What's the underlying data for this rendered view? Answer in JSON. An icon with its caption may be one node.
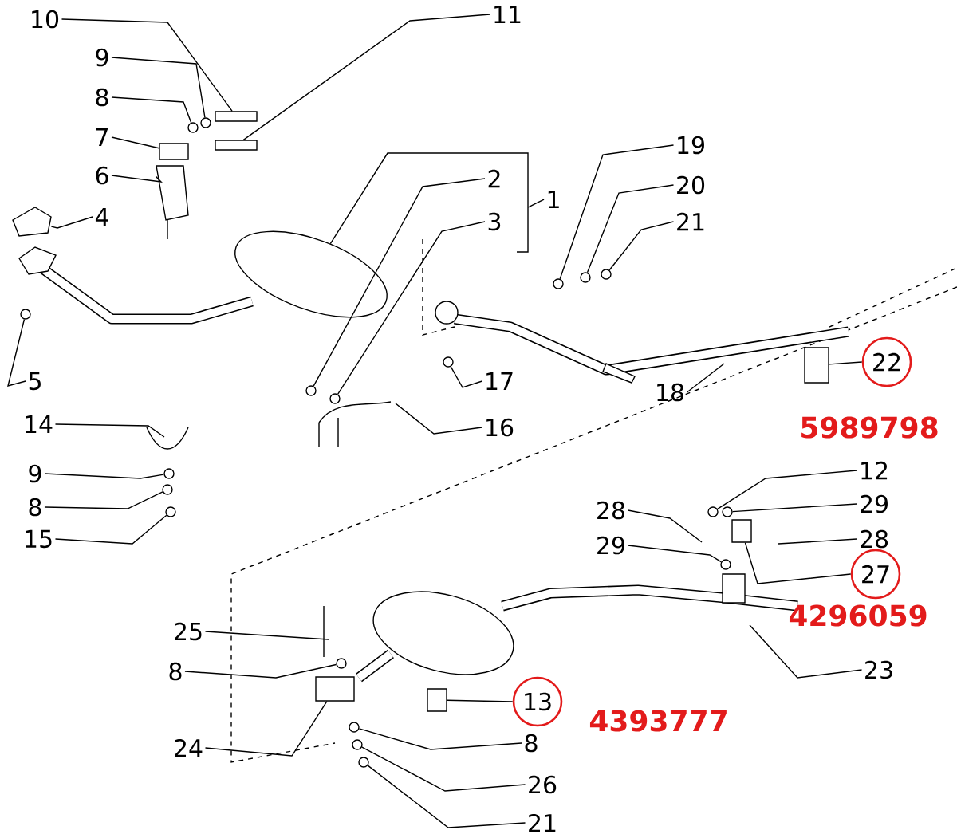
{
  "diagram": {
    "nodes": [
      {
        "text": [
          "10"
        ]
      },
      {
        "text": [
          "11"
        ]
      },
      {
        "text": [
          "9"
        ]
      },
      {
        "text": [
          "8"
        ]
      },
      {
        "text": [
          "7"
        ]
      },
      {
        "text": [
          "6"
        ]
      },
      {
        "text": [
          "4"
        ]
      },
      {
        "text": [
          "5"
        ]
      },
      {
        "text": [
          "1"
        ]
      },
      {
        "text": [
          "2"
        ]
      },
      {
        "text": [
          "3"
        ]
      },
      {
        "text": [
          "19"
        ]
      },
      {
        "text": [
          "20"
        ]
      },
      {
        "text": [
          "21"
        ]
      },
      {
        "text": [
          "17"
        ]
      },
      {
        "text": [
          "16"
        ]
      },
      {
        "text": [
          "18"
        ]
      },
      {
        "text": [
          "22"
        ],
        "beside": [
          "5989798"
        ]
      },
      {
        "text": [
          "14"
        ]
      },
      {
        "text": [
          "9"
        ]
      },
      {
        "text": [
          "8"
        ]
      },
      {
        "text": [
          "15"
        ]
      },
      {
        "text": [
          "12"
        ]
      },
      {
        "text": [
          "29"
        ]
      },
      {
        "text": [
          "28"
        ]
      },
      {
        "text": [
          "27"
        ],
        "beside": [
          "4296059"
        ]
      },
      {
        "text": [
          "28"
        ]
      },
      {
        "text": [
          "29"
        ]
      },
      {
        "text": [
          "23"
        ]
      },
      {
        "text": [
          "25"
        ]
      },
      {
        "text": [
          "8"
        ]
      },
      {
        "text": [
          "13"
        ],
        "beside": [
          "4393777"
        ]
      },
      {
        "text": [
          "24"
        ]
      },
      {
        "text": [
          "8"
        ]
      },
      {
        "text": [
          "26"
        ]
      },
      {
        "text": [
          "21"
        ]
      },
      {
        "text": [],
        "shape": "box"
      },
      {
        "text": [],
        "shape": "circle"
      },
      {
        "text": [],
        "shape": "circle"
      },
      {
        "text": [],
        "shape": "circle"
      },
      {
        "text": [],
        "shape": "circle"
      },
      {
        "text": [],
        "shape": "circle"
      },
      {
        "text": [],
        "shape": "circle"
      },
      {
        "text": [],
        "shape": "circle"
      },
      {
        "text": [],
        "shape": "circle"
      },
      {
        "text": [],
        "shape": "circle"
      },
      {
        "text": [],
        "shape": "circle"
      },
      {
        "text": [],
        "shape": "circle"
      },
      {
        "text": [],
        "shape": "circle"
      },
      {
        "text": [],
        "shape": "circle"
      },
      {
        "text": [],
        "shape": "circle"
      },
      {
        "text": [],
        "shape": "circle"
      },
      {
        "text": [],
        "shape": "circle"
      },
      {
        "text": [],
        "shape": "circle"
      },
      {
        "text": [],
        "shape": "circle"
      },
      {
        "text": [],
        "shape": "circle"
      },
      {
        "text": [],
        "shape": "box"
      },
      {
        "text": [],
        "shape": "box"
      },
      {
        "text": [],
        "shape": "box"
      },
      {
        "text": [],
        "shape": "box"
      },
      {
        "text": [],
        "shape": "box"
      },
      {
        "text": [],
        "shape": "picture"
      },
      {
        "text": [],
        "shape": "picture"
      },
      {
        "text": [],
        "shape": "picture"
      },
      {
        "text": [],
        "shape": "box"
      }
    ],
    "edges": [
      {
        "from": 0,
        "to": 36,
        "arrow": "none"
      },
      {
        "from": 1,
        "to": 60,
        "arrow": "none"
      },
      {
        "from": 2,
        "to": 37,
        "arrow": "none"
      },
      {
        "from": 3,
        "to": 38,
        "arrow": "none"
      },
      {
        "from": 4,
        "to": 56,
        "arrow": "none"
      },
      {
        "from": 5,
        "to": 62,
        "arrow": "none"
      },
      {
        "from": 6,
        "to": 61,
        "arrow": "none"
      },
      {
        "from": 7,
        "to": 39,
        "arrow": "none"
      },
      {
        "from": 8,
        "to": 63,
        "arrow": "none"
      },
      {
        "from": 9,
        "to": 40,
        "arrow": "none"
      },
      {
        "from": 10,
        "to": 41,
        "arrow": "none"
      },
      {
        "from": 11,
        "to": 42,
        "arrow": "none"
      },
      {
        "from": 12,
        "to": 43,
        "arrow": "none"
      },
      {
        "from": 13,
        "to": 44,
        "arrow": "none"
      },
      {
        "from": 14,
        "to": 45,
        "arrow": "none"
      },
      {
        "from": 15,
        "to": null,
        "arrow": "none"
      },
      {
        "from": 16,
        "to": null,
        "arrow": "none"
      },
      {
        "from": 17,
        "to": 57,
        "arrow": "none"
      },
      {
        "from": 18,
        "to": null,
        "arrow": "none"
      },
      {
        "from": 19,
        "to": 46,
        "arrow": "none"
      },
      {
        "from": 20,
        "to": 47,
        "arrow": "none"
      },
      {
        "from": 21,
        "to": 48,
        "arrow": "none"
      },
      {
        "from": 22,
        "to": 49,
        "arrow": "none"
      },
      {
        "from": 23,
        "to": 50,
        "arrow": "none"
      },
      {
        "from": 24,
        "to": null,
        "arrow": "none"
      },
      {
        "from": 25,
        "to": 58,
        "arrow": "none"
      },
      {
        "from": 26,
        "to": null,
        "arrow": "none"
      },
      {
        "from": 27,
        "to": 51,
        "arrow": "none"
      },
      {
        "from": 28,
        "to": null,
        "arrow": "none"
      },
      {
        "from": 29,
        "to": null,
        "arrow": "none"
      },
      {
        "from": 30,
        "to": 52,
        "arrow": "none"
      },
      {
        "from": 31,
        "to": 59,
        "arrow": "none"
      },
      {
        "from": 32,
        "to": 64,
        "arrow": "none"
      },
      {
        "from": 33,
        "to": 53,
        "arrow": "none"
      },
      {
        "from": 34,
        "to": 54,
        "arrow": "none"
      },
      {
        "from": 35,
        "to": 55,
        "arrow": "none"
      }
    ]
  }
}
